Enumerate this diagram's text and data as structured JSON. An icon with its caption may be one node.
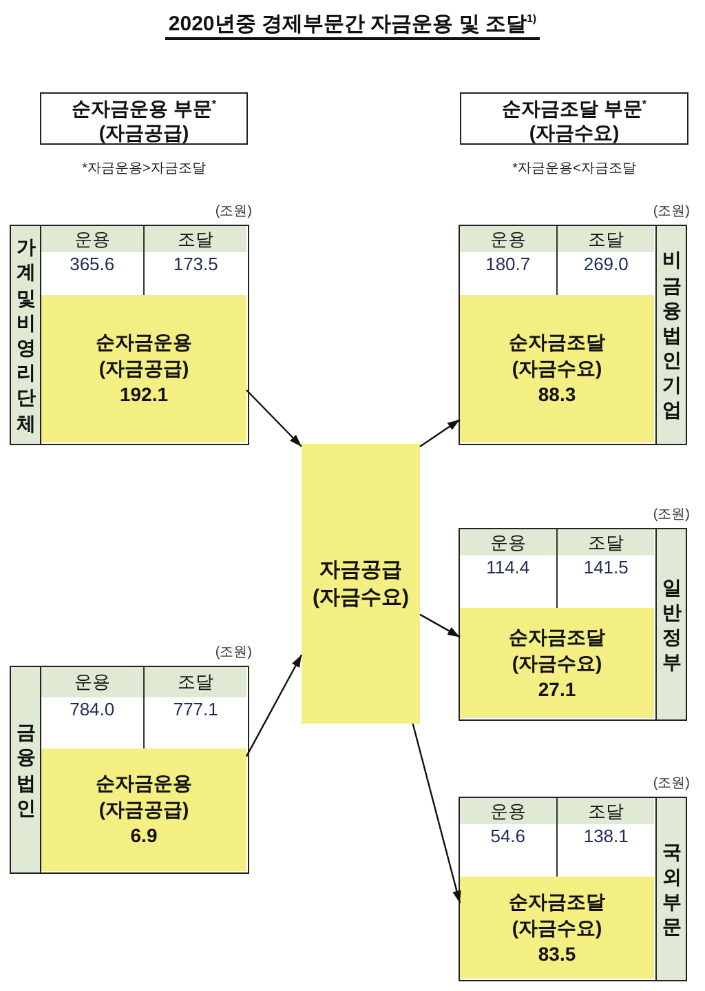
{
  "diagram": {
    "title": "2020년중 경제부문간 자금운용 및 조달$^{1)}$",
    "nodes": [
      {
        "text": [
          "순자금운용 부문$^{*}$ (자금공급)"
        ],
        "beside": [
          "*자금운용>자금조달"
        ]
      },
      {
        "text": [
          "순자금조달 부문$^{*}$ (자금수요)"
        ],
        "beside": [
          "*자금운용<자금조달"
        ]
      },
      {
        "text": [
          "가계및비영리단체"
        ],
        "beside": [
          "(조원)"
        ]
      },
      {
        "text": [
          "순자금운용 (자금공급)",
          "192.1"
        ],
        "in": 2
      },
      {
        "text": [
          "비금융법인기업"
        ],
        "beside": [
          "(조원)"
        ]
      },
      {
        "text": [
          "순자금조달 (자금수요)",
          "88.3"
        ],
        "in": 4
      },
      {
        "text": [
          "자금공급 (자금수요)"
        ]
      },
      {
        "text": [
          "일반정부"
        ],
        "beside": [
          "(조원)"
        ]
      },
      {
        "text": [
          "순자금조달 (자금수요)",
          "27.1"
        ],
        "in": 7
      },
      {
        "text": [
          "금융법인"
        ],
        "beside": [
          "(조원)"
        ]
      },
      {
        "text": [
          "순자금운용 (자금공급)",
          "6.9"
        ],
        "in": 9
      },
      {
        "text": [
          "국외부문"
        ],
        "beside": [
          "(조원)"
        ]
      },
      {
        "text": [
          "순자금조달 (자금수요)",
          "83.5"
        ],
        "in": 11
      }
    ],
    "edges": [
      {
        "from": 3,
        "to": 6,
        "arrow": "to"
      },
      {
        "from": 10,
        "to": 6,
        "arrow": "to"
      },
      {
        "from": 6,
        "to": 5,
        "arrow": "to"
      },
      {
        "from": 6,
        "to": 8,
        "arrow": "to"
      },
      {
        "from": 6,
        "to": 12,
        "arrow": "to"
      }
    ],
    "labels": [
      "운용",
      "조달",
      "365.6",
      "173.5",
      "운용",
      "조달",
      "180.7",
      "269.0",
      "운용",
      "조달",
      "114.4",
      "141.5",
      "운용",
      "조달",
      "784.0",
      "777.1",
      "운용",
      "조달",
      "54.6",
      "138.1"
    ]
  }
}
